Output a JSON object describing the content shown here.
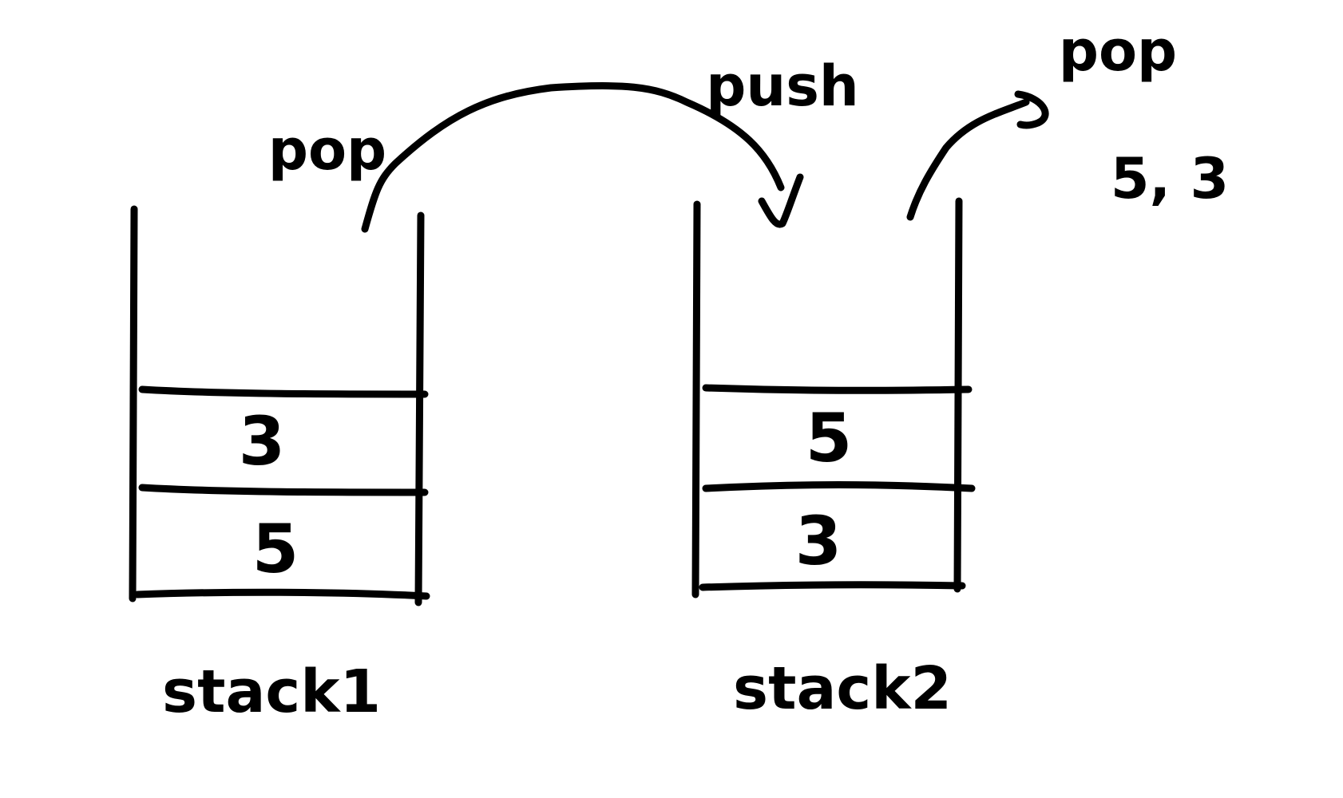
{
  "stack1": {
    "label": "stack1",
    "cells": [
      "3",
      "5"
    ]
  },
  "stack2": {
    "label": "stack2",
    "cells": [
      "5",
      "3"
    ]
  },
  "operations": {
    "pop_from_stack1": "pop",
    "push_to_stack2": "push",
    "pop_from_stack2": "pop"
  },
  "output": "5, 3"
}
